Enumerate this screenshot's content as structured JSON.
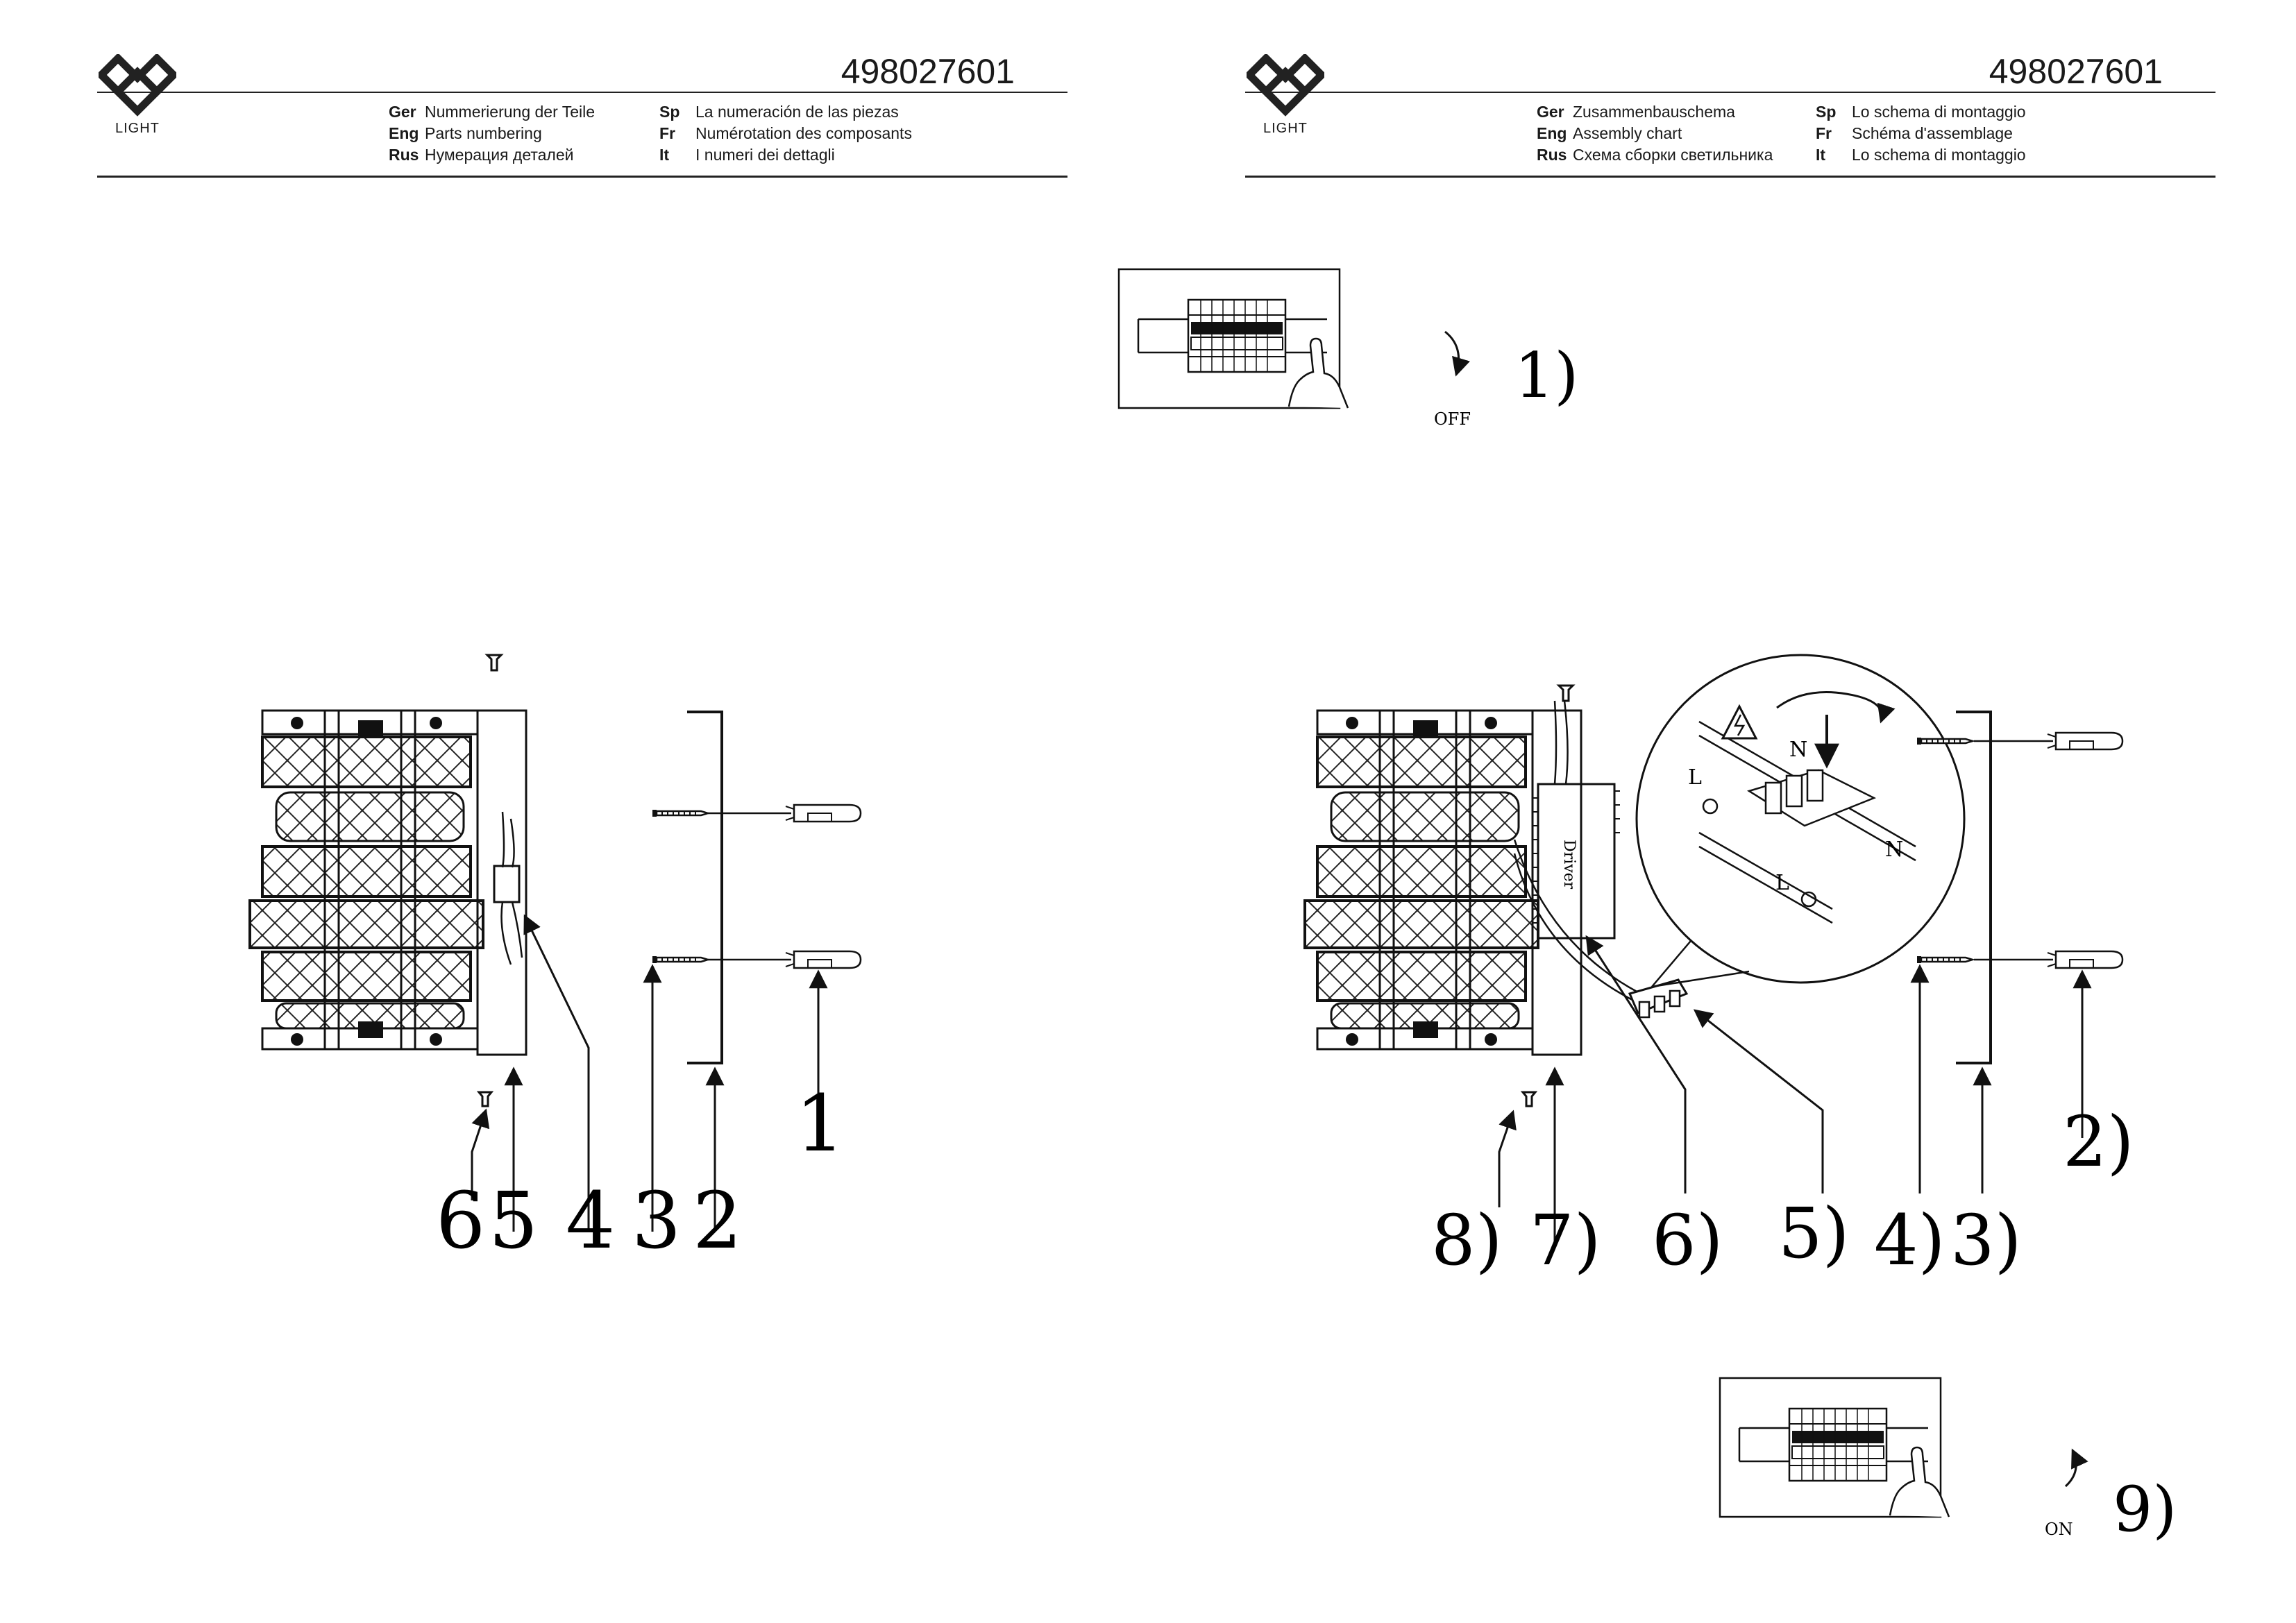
{
  "brand": {
    "logo_text": "LIGHT"
  },
  "doc_number": "498027601",
  "left_page": {
    "header": {
      "col1": [
        {
          "code": "Ger",
          "text": "Nummerierung der Teile"
        },
        {
          "code": "Eng",
          "text": "Parts numbering"
        },
        {
          "code": "Rus",
          "text": "Нумерация деталей"
        }
      ],
      "col2": [
        {
          "code": "Sp",
          "text": "La numeración de las piezas"
        },
        {
          "code": "Fr",
          "text": "Numérotation des composants"
        },
        {
          "code": "It",
          "text": "I numeri dei dettagli"
        }
      ]
    },
    "part_labels": [
      "6",
      "5",
      "4",
      "3",
      "2",
      "1"
    ]
  },
  "right_page": {
    "header": {
      "col1": [
        {
          "code": "Ger",
          "text": "Zusammenbauschema"
        },
        {
          "code": "Eng",
          "text": "Assembly chart"
        },
        {
          "code": "Rus",
          "text": "Схема сборки светильника"
        }
      ],
      "col2": [
        {
          "code": "Sp",
          "text": "Lo schema di montaggio"
        },
        {
          "code": "Fr",
          "text": "Schéma d'assemblage"
        },
        {
          "code": "It",
          "text": "Lo schema di montaggio"
        }
      ]
    },
    "steps": [
      "1)",
      "2)",
      "3)",
      "4)",
      "5)",
      "6)",
      "7)",
      "8)",
      "9)"
    ],
    "switch_off_label": "OFF",
    "switch_on_label": "ON",
    "driver_label": "Driver",
    "wire_labels": {
      "n": "N",
      "l": "L"
    }
  }
}
